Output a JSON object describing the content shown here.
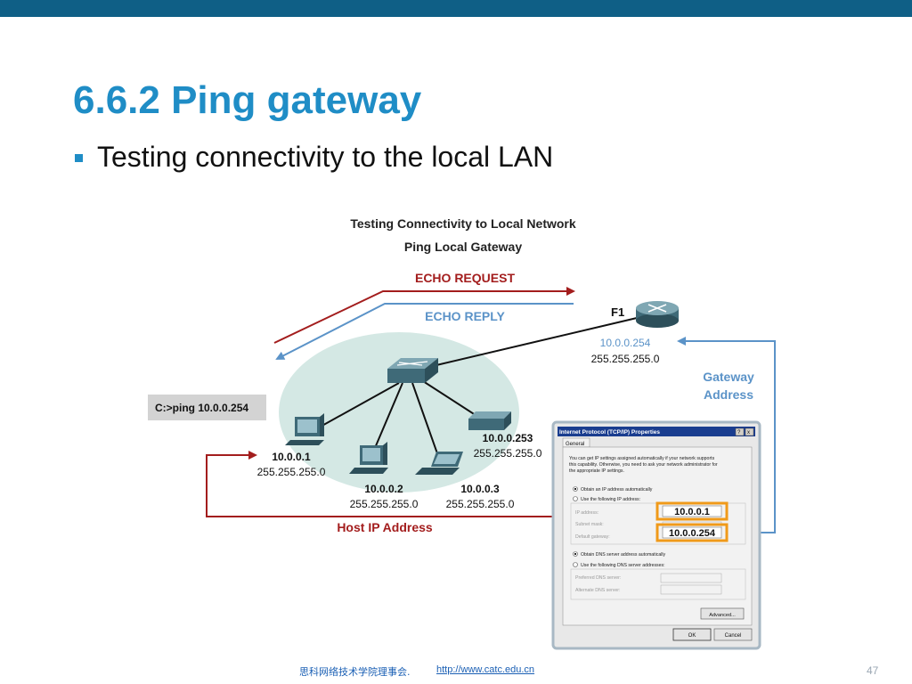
{
  "slide": {
    "title": "6.6.2 Ping gateway",
    "bullet": "Testing connectivity to the local LAN"
  },
  "diagram": {
    "title_line1": "Testing Connectivity to Local Network",
    "title_line2": "Ping Local Gateway",
    "echo_request": "ECHO REQUEST",
    "echo_reply": "ECHO REPLY",
    "router_name": "F1",
    "router_ip": "10.0.0.254",
    "router_mask": "255.255.255.0",
    "gateway_label_1": "Gateway",
    "gateway_label_2": "Address",
    "command": "C:>ping 10.0.0.254",
    "hosts": [
      {
        "ip": "10.0.0.1",
        "mask": "255.255.255.0"
      },
      {
        "ip": "10.0.0.2",
        "mask": "255.255.255.0"
      },
      {
        "ip": "10.0.0.3",
        "mask": "255.255.255.0"
      },
      {
        "ip": "10.0.0.253",
        "mask": "255.255.255.0"
      }
    ],
    "host_ip_label": "Host IP Address",
    "colors": {
      "request": "#a31d1d",
      "reply": "#5b93c8",
      "highlight": "#f09a1a",
      "lan": "#d4e8e4",
      "device": "#3f6a78"
    }
  },
  "dialog": {
    "title": "Internet Protocol (TCP/IP) Properties",
    "title_buttons": "? X",
    "tab": "General",
    "desc_1": "You can get IP settings assigned automatically if your network supports",
    "desc_2": "this capability. Otherwise, you need to ask your network administrator for",
    "desc_3": "the appropriate IP settings.",
    "radio_auto": "Obtain an IP address automatically",
    "radio_manual": "Use the following IP address:",
    "ip_label": "IP address:",
    "mask_label": "Subnet mask:",
    "gateway_label": "Default gateway:",
    "ip_value": "10.0.0.1",
    "gateway_value": "10.0.0.254",
    "dns_auto": "Obtain DNS server address automatically",
    "dns_manual": "Use the following DNS server addresses:",
    "preferred_dns": "Preferred DNS server:",
    "alternate_dns": "Alternate DNS server:",
    "advanced": "Advanced...",
    "ok": "OK",
    "cancel": "Cancel"
  },
  "footer": {
    "org": "思科网络技术学院理事会.",
    "link": "http://www.catc.edu.cn",
    "page": "47"
  }
}
